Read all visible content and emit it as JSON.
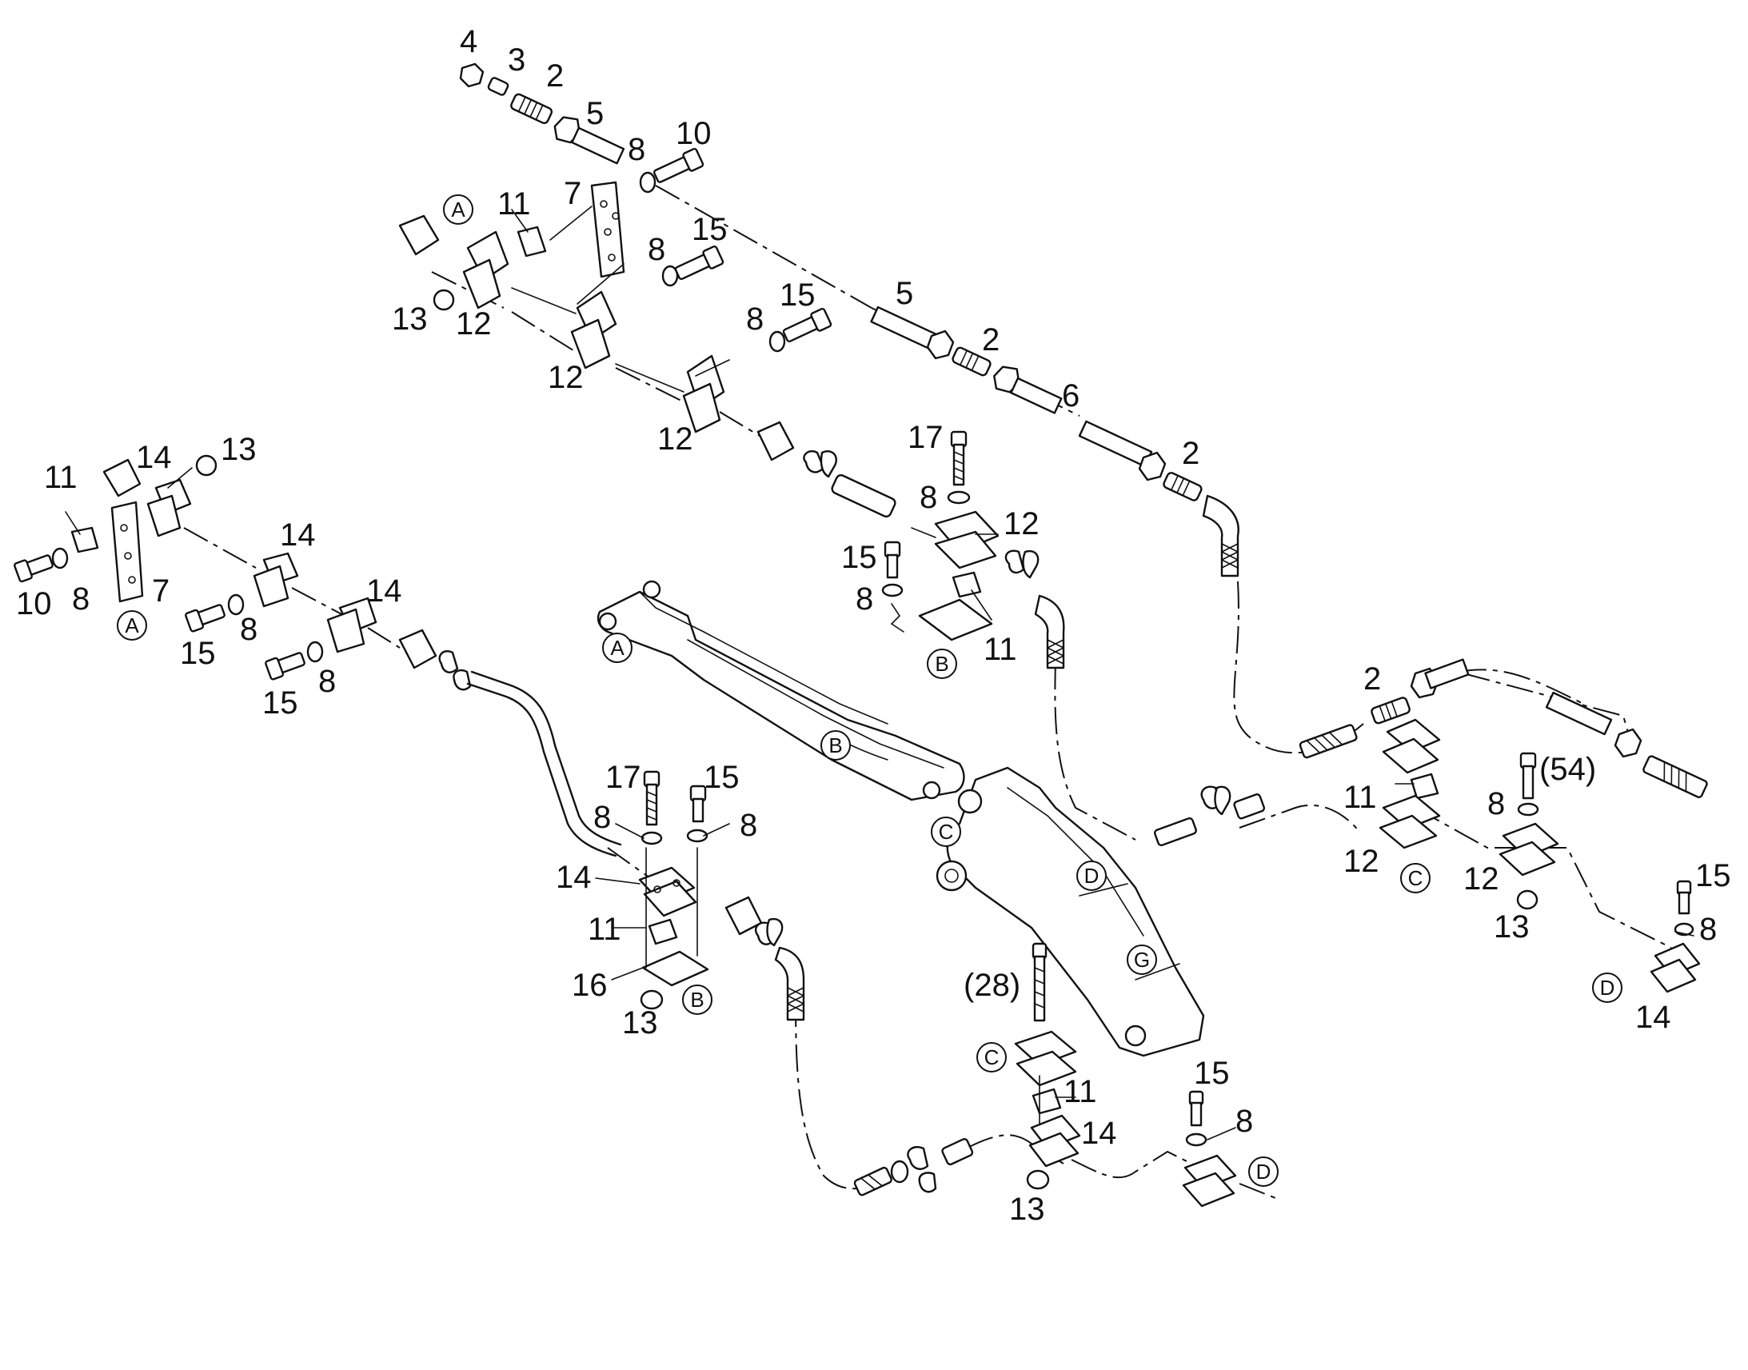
{
  "callouts": {
    "c1": "4",
    "c2": "3",
    "c3": "2",
    "c4": "5",
    "c5": "8",
    "c6": "10",
    "c7": "11",
    "c8": "7",
    "c9": "8",
    "c10": "15",
    "c11": "13",
    "c12": "12",
    "c13": "12",
    "c14": "8",
    "c15": "15",
    "c16": "5",
    "c17": "2",
    "c18": "12",
    "c19": "6",
    "c20": "2",
    "c21": "17",
    "c22": "8",
    "c23": "12",
    "c24": "15",
    "c25": "8",
    "c26": "11",
    "c27": "14",
    "c28": "13",
    "c29": "11",
    "c30": "10",
    "c31": "8",
    "c32": "7",
    "c33": "14",
    "c34": "14",
    "c35": "15",
    "c36": "8",
    "c37": "15",
    "c38": "8",
    "c39": "17",
    "c40": "15",
    "c41": "8",
    "c42": "8",
    "c43": "14",
    "c44": "11",
    "c45": "16",
    "c46": "13",
    "c47": "2",
    "c48": "11",
    "c49": "12",
    "c50": "8",
    "c51": "(54)",
    "c52": "12",
    "c53": "13",
    "c54": "15",
    "c55": "8",
    "c56": "14",
    "c57": "(28)",
    "c58": "11",
    "c59": "14",
    "c60": "13",
    "c61": "15",
    "c62": "8"
  },
  "refs": {
    "r1": "A",
    "r2": "A",
    "r3": "A",
    "r4": "B",
    "r5": "B",
    "r6": "B",
    "r7": "C",
    "r8": "C",
    "r9": "C",
    "r10": "D",
    "r11": "D",
    "r12": "D",
    "r13": "G"
  }
}
